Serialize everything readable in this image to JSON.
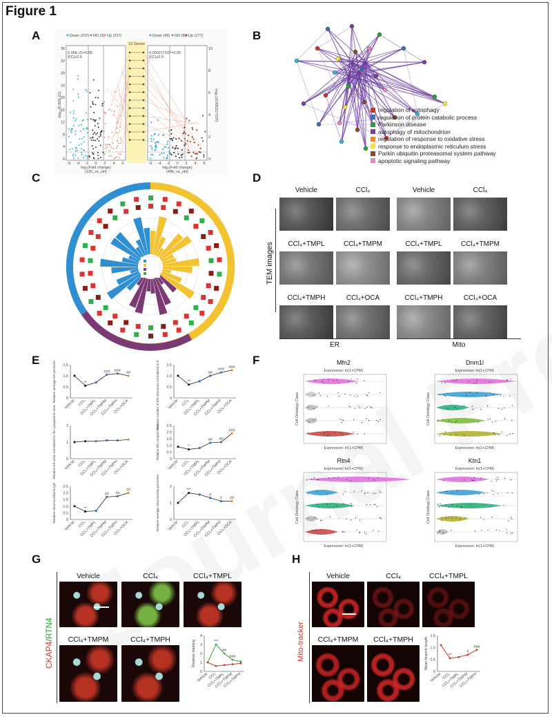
{
  "figure_title": "Figure 1",
  "panel_labels": [
    "A",
    "B",
    "C",
    "D",
    "E",
    "F",
    "G",
    "H"
  ],
  "panelA": {
    "left_legend": [
      "Down (237)",
      "NO (3)",
      "Up (317)"
    ],
    "right_legend": [
      "Down (96)",
      "NO (8)",
      "Up (177)"
    ],
    "left_threshold": "6.95E-21=0.05",
    "left_fc": "|FC|≥2.0",
    "right_threshold": "0.000217107=0.05",
    "right_fc": "|FC|≥2.0",
    "genes_label": "12 Genes",
    "left_ylabel": "-log₁₀(6.95E-21)",
    "right_ylabel": "-log₁₀(0.000217107)",
    "left_xlabel": "log₂(Fold change)",
    "left_xsub": "(12h_vs_ctrl)",
    "right_xlabel": "log₂(Fold change)",
    "right_xsub": "(48h_vs_ctrl)",
    "left_yticks": [
      "36",
      "32",
      "28",
      "24",
      "20",
      "16",
      "12",
      "8",
      "4",
      "0"
    ],
    "right_yticks": [
      "10",
      "8",
      "6",
      "4",
      "2",
      "0"
    ],
    "left_xticks": [
      "-6",
      "-4",
      "-2",
      "0",
      "2",
      "4",
      "6"
    ],
    "right_xticks": [
      "-6",
      "-4",
      "-2",
      "0",
      "2",
      "4",
      "6"
    ]
  },
  "panelB": {
    "legend": [
      {
        "label": "regulation of autophagy",
        "color": "#c0392b"
      },
      {
        "label": "regulation of protein catabolic process",
        "color": "#3a6fb0"
      },
      {
        "label": "Parkinson disease",
        "color": "#2e9e3e"
      },
      {
        "label": "autophagy of mitochondrion",
        "color": "#7b3fa0"
      },
      {
        "label": "regulation of response to oxidative stress",
        "color": "#f08a1c"
      },
      {
        "label": "response to endoplasmic reticulum stress",
        "color": "#f3e34a"
      },
      {
        "label": "Parkin ubiquitin proteasomal system pathway",
        "color": "#8b4a2b"
      },
      {
        "label": "apoptotic signaling pathway",
        "color": "#e986c6"
      }
    ]
  },
  "panelD": {
    "row_labels": [
      [
        "Vehicle",
        "CCl₄",
        "Vehicle",
        "CCl₄"
      ],
      [
        "CCl₄+TMPL",
        "CCl₄+TMPM",
        "CCl₄+TMPL",
        "CCl₄+TMPM"
      ],
      [
        "CCl₄+TMPH",
        "CCl₄+OCA",
        "CCl₄+TMPH",
        "CCl₄+OCA"
      ]
    ],
    "side_label": "TEM  images",
    "bottom_left": "ER",
    "bottom_right": "Mito"
  },
  "panelE": {
    "x_categories": [
      "Vehicle",
      "CCl₄",
      "CCl₄+TMPL",
      "CCl₄+TMPM",
      "CCl₄+TMPH",
      "CCl₄+OCA"
    ],
    "charts": [
      {
        "ylabel": "Relative average ER perimeter",
        "values": [
          1.0,
          0.55,
          0.7,
          1.05,
          1.1,
          1.0
        ],
        "ylim": [
          0,
          1.5
        ],
        "yticks": [
          "1.5",
          "1.0",
          "0.5",
          "0"
        ],
        "stars": [
          "",
          "**",
          "",
          "###",
          "###",
          "##"
        ]
      },
      {
        "ylabel": "Relative number of ER structures normalized to the cytoplasmic area",
        "values": [
          1.0,
          0.6,
          0.75,
          1.0,
          1.15,
          1.25
        ],
        "ylim": [
          0,
          1.5
        ],
        "yticks": [
          "1.5",
          "1.0",
          "0.5",
          "0"
        ],
        "stars": [
          "",
          "**",
          "",
          "##",
          "###",
          "###"
        ]
      },
      {
        "ylabel": "Relative ER area normalized to the cytoplasmic area",
        "values": [
          1.0,
          1.05,
          1.05,
          1.1,
          1.1,
          1.15
        ],
        "ylim": [
          0,
          2
        ],
        "yticks": [
          "2",
          "1",
          "0"
        ],
        "stars": [
          "",
          "",
          "",
          "",
          "",
          ""
        ]
      },
      {
        "ylabel": "Relative ER compactness",
        "values": [
          0.9,
          0.7,
          0.8,
          1.2,
          1.25,
          1.9
        ],
        "ylim": [
          0,
          2.5
        ],
        "yticks": [
          "2.5",
          "2.0",
          "1.5",
          "1.0",
          "0.5",
          "0"
        ],
        "stars": [
          "",
          "*",
          "",
          "##",
          "##",
          "###"
        ]
      },
      {
        "ylabel": "Relative mitochondrial length",
        "values": [
          1.0,
          0.6,
          0.65,
          1.7,
          1.75,
          2.0
        ],
        "ylim": [
          0,
          2.5
        ],
        "yticks": [
          "2.5",
          "2.0",
          "1.5",
          "1.0",
          "0.5",
          "0"
        ],
        "stars": [
          "",
          "**",
          "",
          "##",
          "##",
          "##"
        ]
      },
      {
        "ylabel": "Relative average mitochondria perimeter",
        "values": [
          1.0,
          1.6,
          1.5,
          1.3,
          1.1,
          1.1
        ],
        "ylim": [
          0,
          2
        ],
        "yticks": [
          "2",
          "1",
          "0"
        ],
        "stars": [
          "",
          "***",
          "",
          "#",
          "#",
          "##"
        ]
      }
    ]
  },
  "panelF": {
    "genes": [
      {
        "name": "Mfn2",
        "colors": [
          "#e66fe0",
          "#cccccc",
          "#bbbbbb",
          "#bbbbbb",
          "#cc4444"
        ]
      },
      {
        "name": "Dnm1l",
        "colors": [
          "#e66fe0",
          "#3aa0d8",
          "#27b07a",
          "#7cbf3a",
          "#b3b32a"
        ]
      },
      {
        "name": "Rtn4",
        "colors": [
          "#e66fe0",
          "#3aa0d8",
          "#27b07a",
          "#bbbbbb",
          "#d04040"
        ]
      },
      {
        "name": "Ktn1",
        "colors": [
          "#e66fe0",
          "#3aa0d8",
          "#27b07a",
          "#b3b32a",
          "#bbbbbb"
        ]
      }
    ],
    "axis_label": "Expression: ln(1+CPM)",
    "side_label": "Cell Ontology Class"
  },
  "panelG": {
    "labels": [
      "Vehicle",
      "CCl₄",
      "CCl₄+TMPL",
      "CCl₄+TMPM",
      "CCl₄+TMPH"
    ],
    "side_label_a": "CKAP4",
    "side_label_b": "/RTN4",
    "chart": {
      "type": "line",
      "ylabel": "Relative staining",
      "categories": [
        "Vehicle",
        "CCl₄",
        "CCl₄+TMPL",
        "CCl₄+TMPM",
        "CCl₄+TMPH"
      ],
      "series": [
        {
          "color": "#3fa03f",
          "values": [
            1.0,
            3.0,
            2.0,
            1.3,
            1.1
          ]
        },
        {
          "color": "#c0392b",
          "values": [
            1.0,
            0.6,
            0.7,
            0.8,
            0.9
          ]
        }
      ],
      "ylim": [
        0,
        4
      ],
      "yticks": [
        "4",
        "3",
        "2",
        "1",
        "0"
      ],
      "stars": [
        "",
        "***",
        "##",
        "###",
        ""
      ]
    }
  },
  "panelH": {
    "labels": [
      "Vehicle",
      "CCl₄",
      "CCl₄+TMPL",
      "CCl₄+TMPM",
      "CCl₄+TMPH"
    ],
    "side_label": "Mito-tracker",
    "chart": {
      "type": "line",
      "ylabel": "Mean branch length",
      "categories": [
        "Vehicle",
        "CCl₄",
        "CCl₄+TMPL",
        "CCl₄+TMPM",
        "CCl₄+TMPH"
      ],
      "values": [
        1.1,
        0.55,
        0.6,
        0.7,
        0.9
      ],
      "ylim": [
        0,
        1.5
      ],
      "yticks": [
        "1.5",
        "1.0",
        "0.5",
        "0"
      ],
      "stars": [
        "",
        "**",
        "",
        "#",
        "###"
      ]
    }
  },
  "watermark": "Journal Pre-proofs"
}
